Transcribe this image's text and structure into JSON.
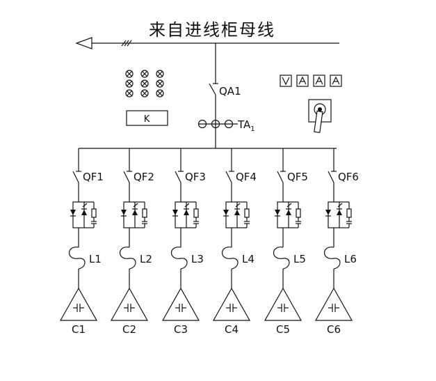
{
  "title": "来自进线柜母线",
  "main_breaker": "QA1",
  "ct_label": "TA",
  "ct_subscript": "1",
  "panel_k_label": "K",
  "branches": [
    {
      "breaker": "QF1",
      "reactor": "L1",
      "capacitor": "C1"
    },
    {
      "breaker": "QF2",
      "reactor": "L2",
      "capacitor": "C2"
    },
    {
      "breaker": "QF3",
      "reactor": "L3",
      "capacitor": "C3"
    },
    {
      "breaker": "QF4",
      "reactor": "L4",
      "capacitor": "C4"
    },
    {
      "breaker": "QF5",
      "reactor": "L5",
      "capacitor": "C5"
    },
    {
      "breaker": "QF6",
      "reactor": "L6",
      "capacitor": "C6"
    }
  ]
}
